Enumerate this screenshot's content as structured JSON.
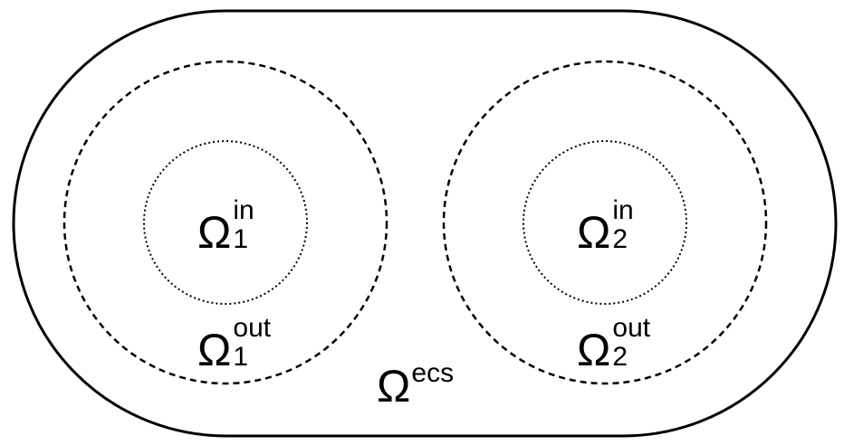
{
  "labels": {
    "inner_1": {
      "symbol": "Ω",
      "sup": "in",
      "sub": "1"
    },
    "outer_1": {
      "symbol": "Ω",
      "sup": "out",
      "sub": "1"
    },
    "inner_2": {
      "symbol": "Ω",
      "sup": "in",
      "sub": "2"
    },
    "outer_2": {
      "symbol": "Ω",
      "sup": "out",
      "sub": "2"
    },
    "ecs": {
      "symbol": "Ω",
      "sup": "ecs"
    }
  },
  "colors": {
    "stroke": "#000000",
    "background": "#ffffff"
  }
}
